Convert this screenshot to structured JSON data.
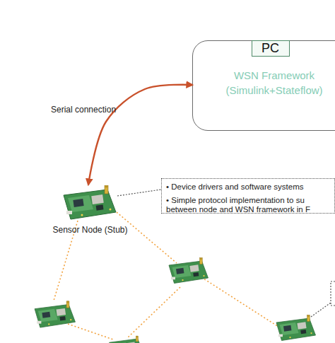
{
  "diagram": {
    "nodes": [
      {
        "text": [
          "WSN Framework (Simulink+Stateflow)"
        ]
      },
      {
        "text": [
          "PC"
        ],
        "in": 0
      },
      {
        "text": [
          "Sensor Node (Stub)"
        ]
      },
      {
        "text": [
          "• Device drivers and software systems",
          "• Simple protocol implementation to su between node and WSN framework in F"
        ]
      }
    ],
    "edges": [
      {
        "from": 0,
        "to": 2,
        "arrow": "both",
        "label": "Serial connection"
      }
    ]
  }
}
